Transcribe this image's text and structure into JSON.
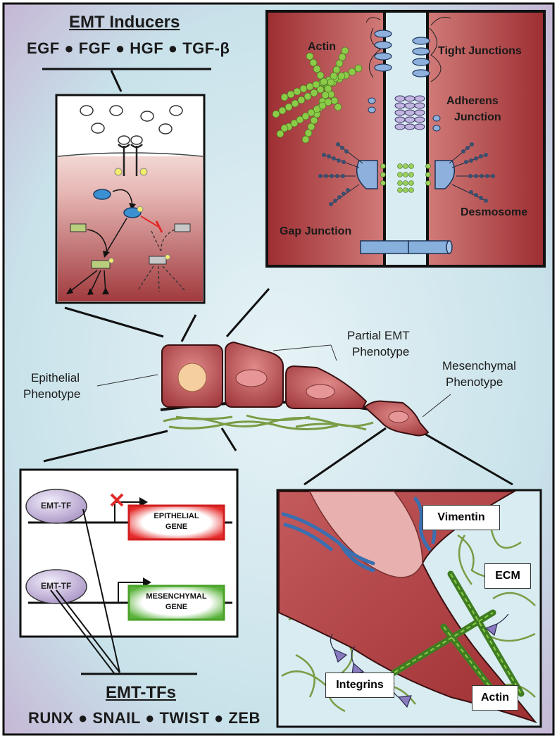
{
  "inducers": {
    "title": "EMT Inducers",
    "list": "EGF ● FGF ● HGF ● TGF-β"
  },
  "junctions": {
    "actin": "Actin",
    "tight": "Tight Junctions",
    "adherens_line1": "Adherens",
    "adherens_line2": "Junction",
    "gap": "Gap Junction",
    "desmosome": "Desmosome"
  },
  "phenotypes": {
    "epithelial_line1": "Epithelial",
    "epithelial_line2": "Phenotype",
    "partial_line1": "Partial EMT",
    "partial_line2": "Phenotype",
    "mesenchymal_line1": "Mesenchymal",
    "mesenchymal_line2": "Phenotype"
  },
  "genes": {
    "tf1": "EMT-TF",
    "tf2": "EMT-TF",
    "epithelial_line1": "EPITHELIAL",
    "epithelial_line2": "GENE",
    "mesenchymal_line1": "MESENCHYMAL",
    "mesenchymal_line2": "GENE"
  },
  "tfs": {
    "title": "EMT-TFs",
    "list": "RUNX ● SNAIL ● TWIST ● ZEB"
  },
  "cytoskeleton": {
    "vimentin": "Vimentin",
    "ecm": "ECM",
    "integrins": "Integrins",
    "actin": "Actin"
  },
  "colors": {
    "cell_red": "#a8383c",
    "cell_pink": "#e8b0ae",
    "fiber_green": "#7a9c45",
    "background": "#c9e3ea"
  }
}
